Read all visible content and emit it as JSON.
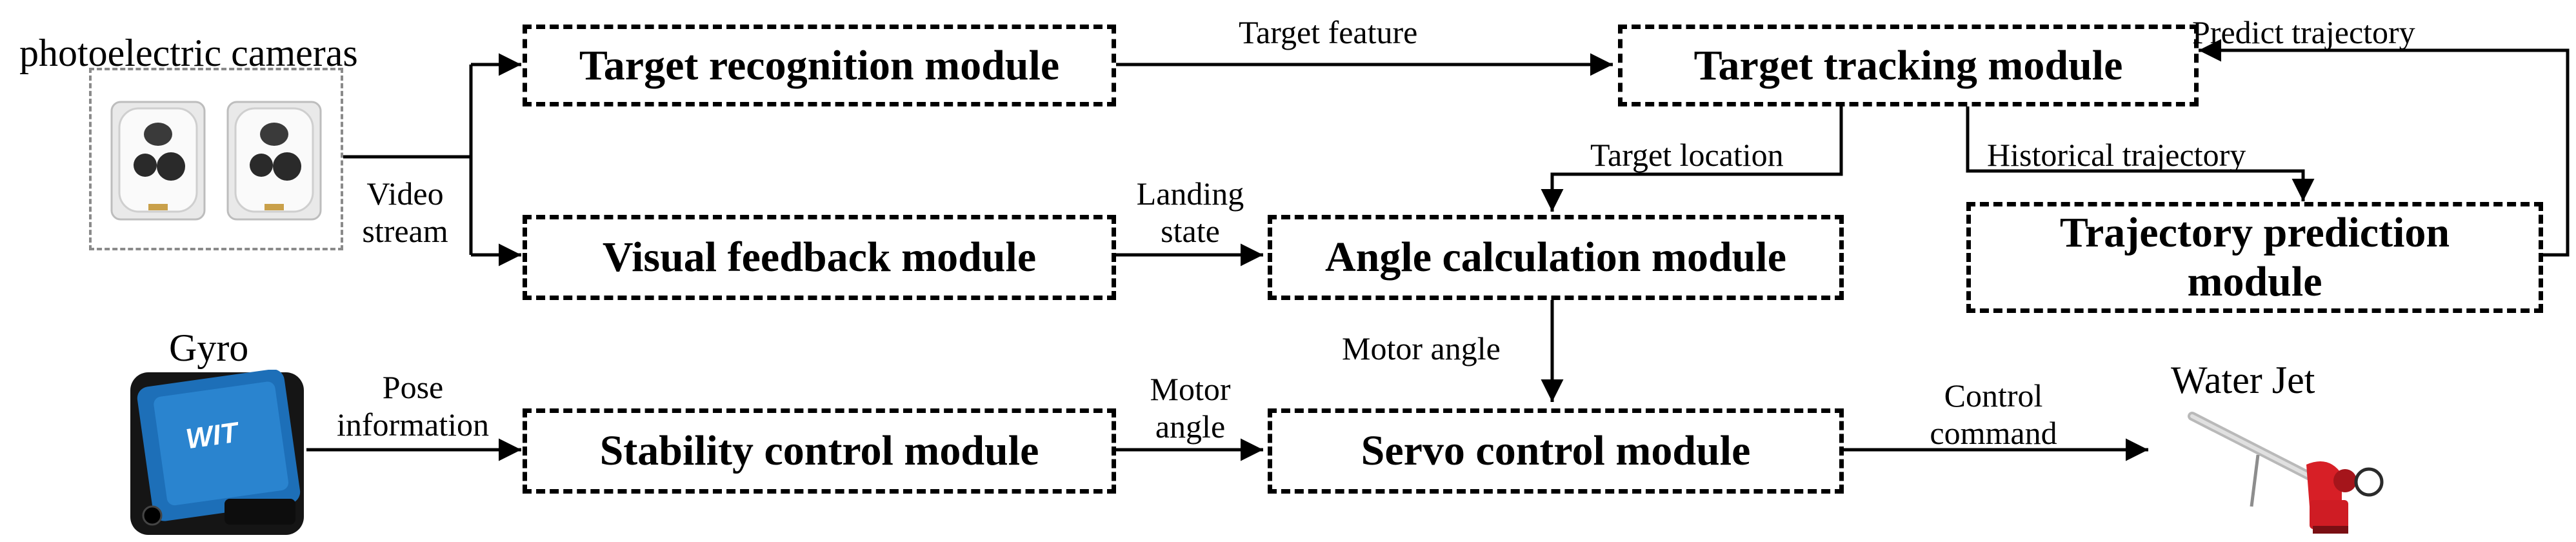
{
  "modules": {
    "target_recognition": "Target recognition module",
    "target_tracking": "Target tracking module",
    "trajectory_prediction": "Trajectory prediction module",
    "visual_feedback": "Visual feedback module",
    "angle_calculation": "Angle calculation module",
    "stability_control": "Stability control module",
    "servo_control": "Servo control module"
  },
  "devices": {
    "cameras": "photoelectric cameras",
    "gyro": "Gyro",
    "water_jet": "Water Jet",
    "gyro_brand": "WIT"
  },
  "arrows": {
    "video_stream_1": "Video",
    "video_stream_2": "stream",
    "target_feature": "Target feature",
    "predict_trajectory": "Predict trajectory",
    "historical_trajectory": "Historical trajectory",
    "target_location": "Target location",
    "landing_state_1": "Landing",
    "landing_state_2": "state",
    "motor_angle_vertical": "Motor angle",
    "pose_information_1": "Pose",
    "pose_information_2": "information",
    "motor_angle_1": "Motor",
    "motor_angle_2": "angle",
    "control_command_1": "Control",
    "control_command_2": "command"
  }
}
